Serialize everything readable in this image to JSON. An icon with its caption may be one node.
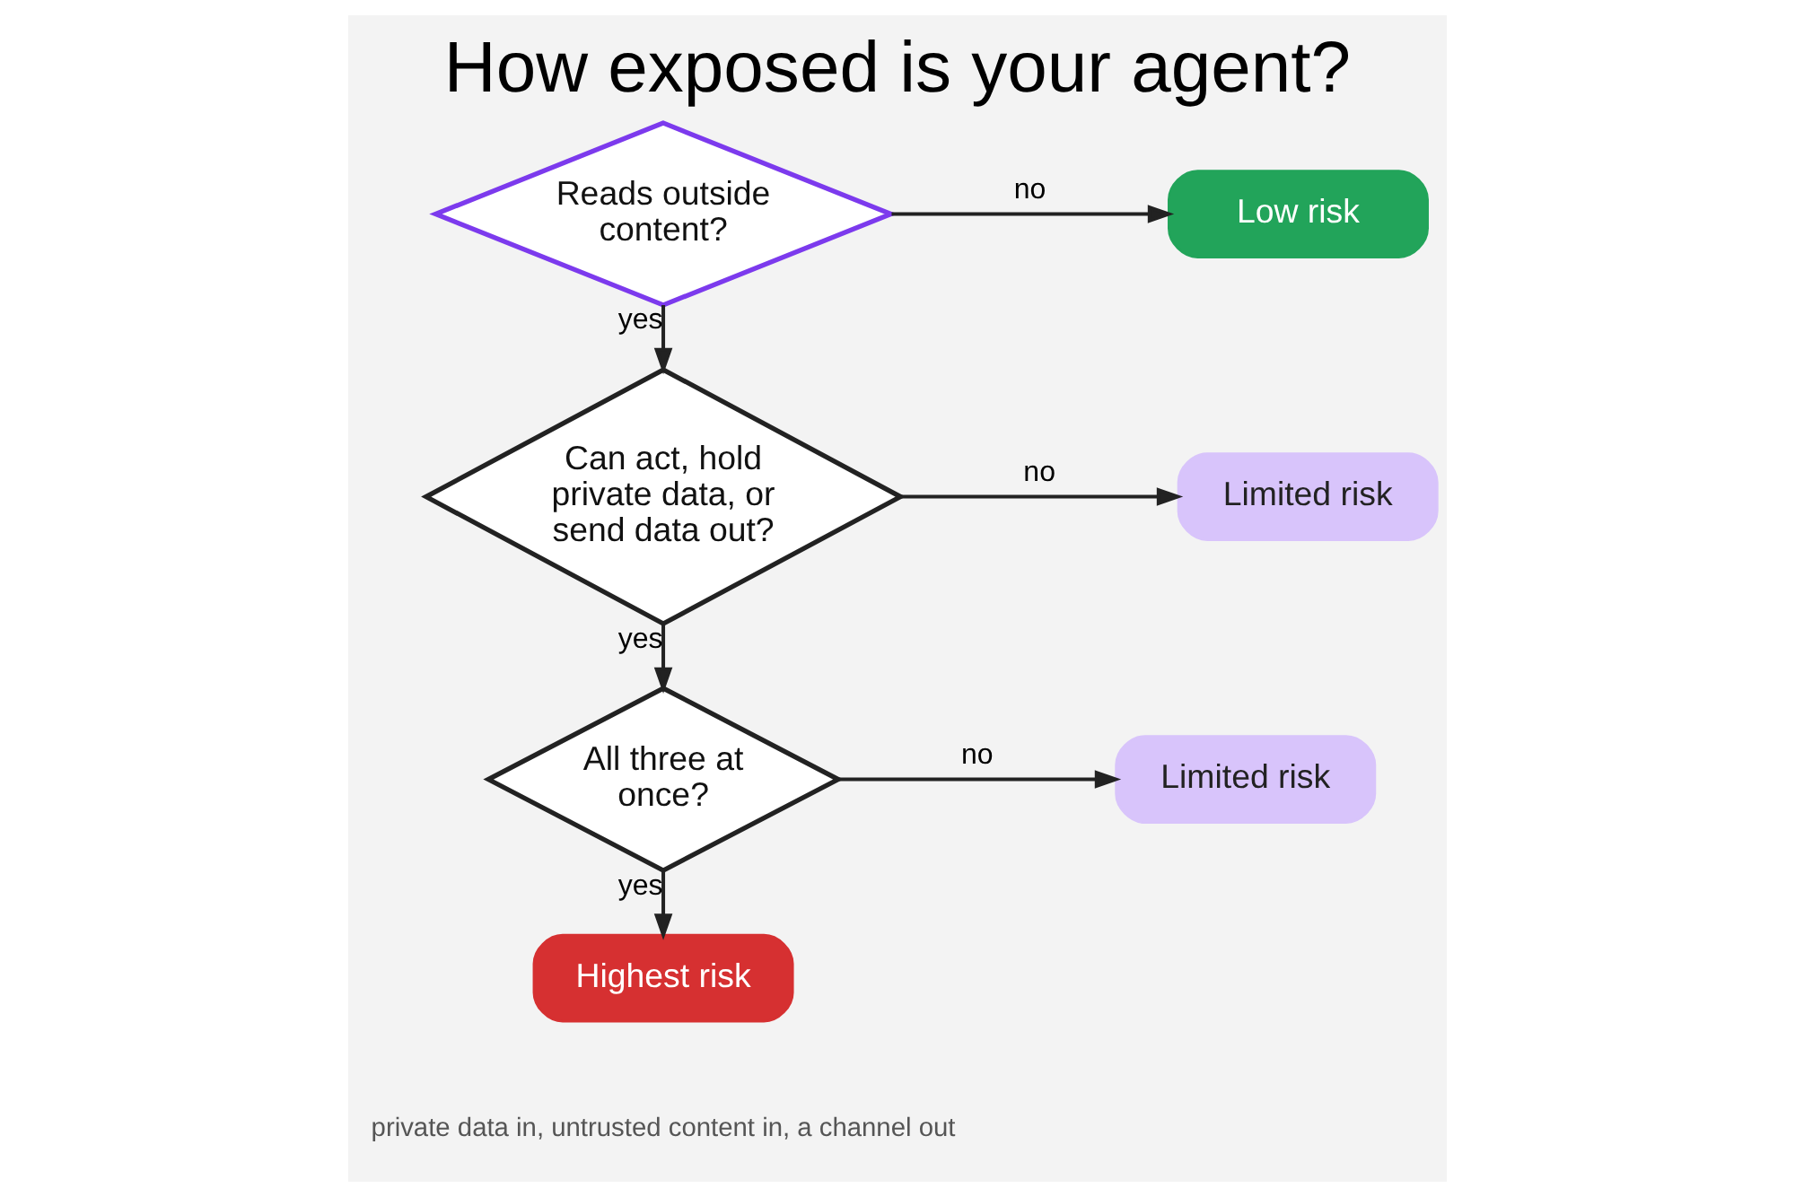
{
  "diagram": {
    "title": "How exposed is your agent?",
    "nodes": [
      {
        "text": [
          "Reads outside content?"
        ]
      },
      {
        "text": [
          "Low risk"
        ]
      },
      {
        "text": [
          "Can act, hold private data, or send data out?"
        ]
      },
      {
        "text": [
          "Limited risk"
        ]
      },
      {
        "text": [
          "All three at once?"
        ]
      },
      {
        "text": [
          "Limited risk"
        ]
      },
      {
        "text": [
          "Highest risk"
        ],
        "beside": [
          "private data in, untrusted content in, a channel out"
        ]
      }
    ],
    "edges": [
      {
        "from": 0,
        "to": 1,
        "arrow": "to",
        "label": "no"
      },
      {
        "from": 0,
        "to": 2,
        "arrow": "to",
        "label": "yes"
      },
      {
        "from": 2,
        "to": 3,
        "arrow": "to",
        "label": "no"
      },
      {
        "from": 2,
        "to": 4,
        "arrow": "to",
        "label": "yes"
      },
      {
        "from": 4,
        "to": 5,
        "arrow": "to",
        "label": "no"
      },
      {
        "from": 4,
        "to": 6,
        "arrow": "to",
        "label": "yes"
      }
    ]
  }
}
